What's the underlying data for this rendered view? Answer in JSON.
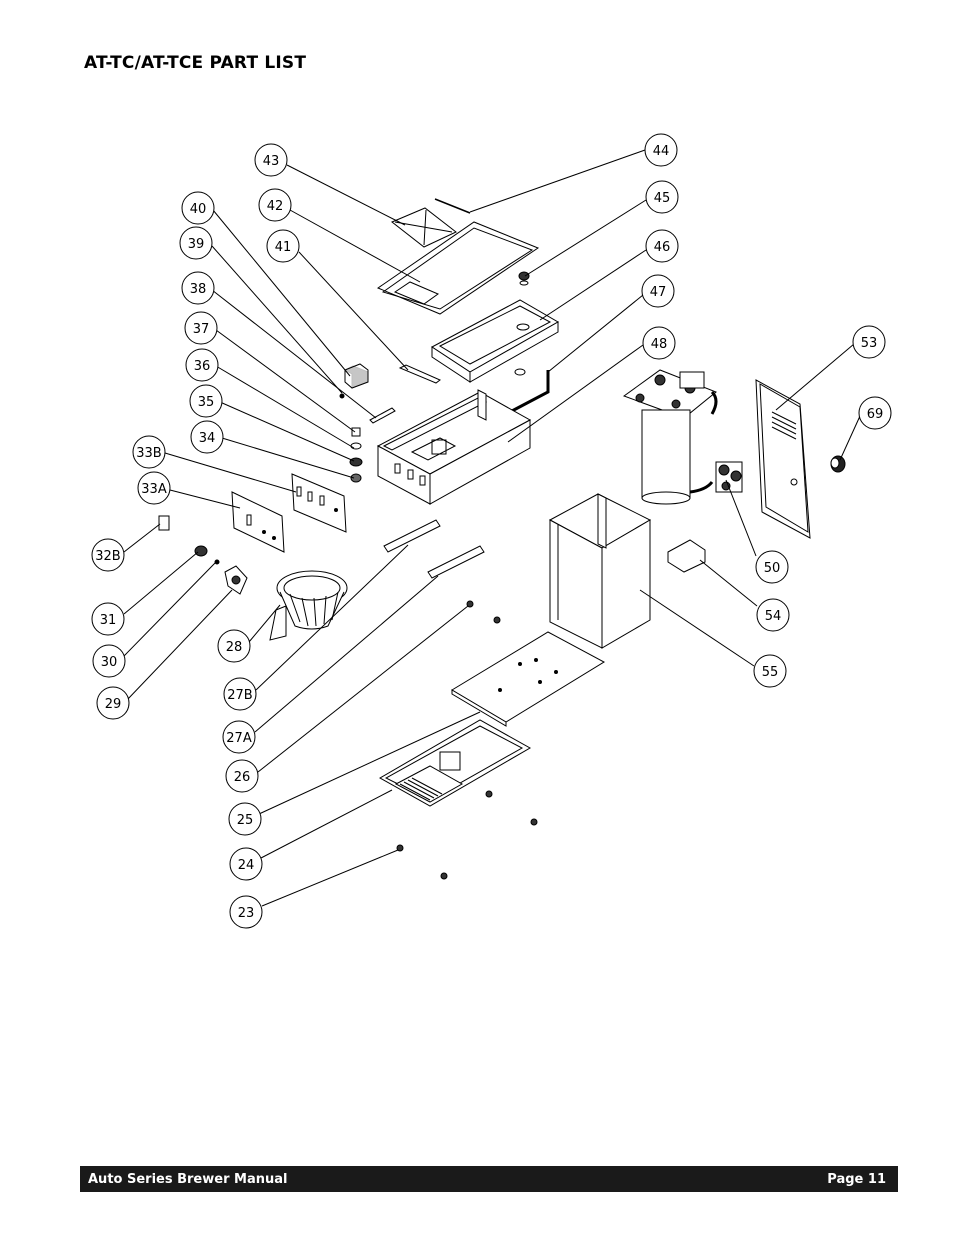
{
  "header": {
    "title": "AT-TC/AT-TCE PART LIST"
  },
  "footer": {
    "manual": "Auto Series Brewer Manual",
    "page": "Page 11"
  },
  "callouts": {
    "c43": "43",
    "c44": "44",
    "c42": "42",
    "c45": "45",
    "c40": "40",
    "c41": "41",
    "c46": "46",
    "c39": "39",
    "c47": "47",
    "c38": "38",
    "c48": "48",
    "c53": "53",
    "c37": "37",
    "c36": "36",
    "c69": "69",
    "c35": "35",
    "c34": "34",
    "c33B": "33B",
    "c33A": "33A",
    "c32B": "32B",
    "c50": "50",
    "c54": "54",
    "c31": "31",
    "c28": "28",
    "c55": "55",
    "c30": "30",
    "c29": "29",
    "c27B": "27B",
    "c27A": "27A",
    "c26": "26",
    "c25": "25",
    "c24": "24",
    "c23": "23"
  }
}
